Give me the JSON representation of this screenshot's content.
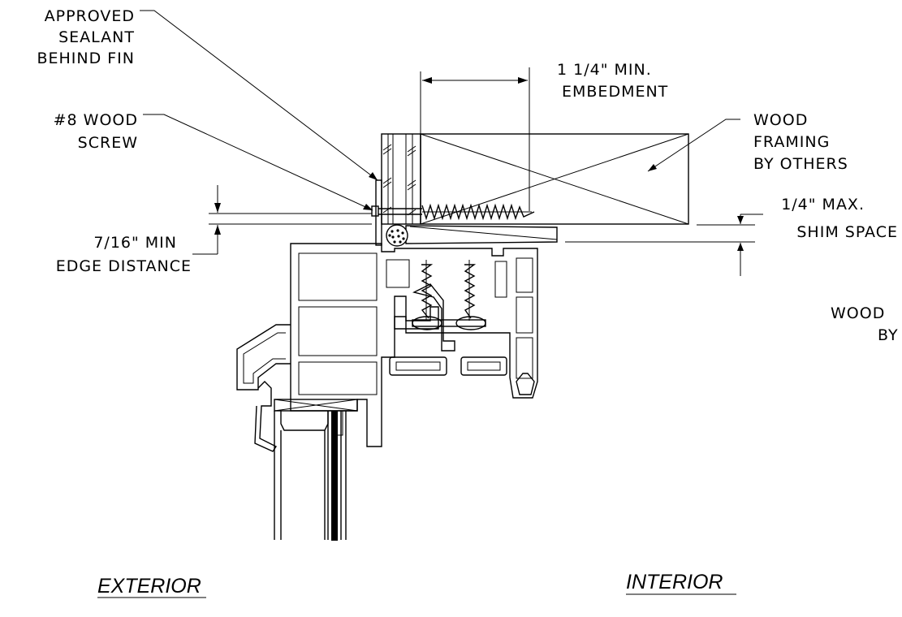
{
  "labels": {
    "sealant": [
      "APPROVED",
      "SEALANT",
      "BEHIND FIN"
    ],
    "screw": [
      "#8 WOOD",
      "SCREW"
    ],
    "embedment": [
      "1 1/4\" MIN.",
      "EMBEDMENT"
    ],
    "framing": [
      "WOOD",
      "FRAMING",
      "BY OTHERS"
    ],
    "shim": [
      "1/4\" MAX.",
      "SHIM SPACE"
    ],
    "edge": [
      "7/16\" MIN",
      "EDGE DISTANCE"
    ],
    "wood_cut": [
      "WOOD",
      "BY"
    ],
    "exterior": "EXTERIOR",
    "interior": "INTERIOR"
  },
  "colors": {
    "ink": "#000000",
    "paper": "#ffffff"
  }
}
